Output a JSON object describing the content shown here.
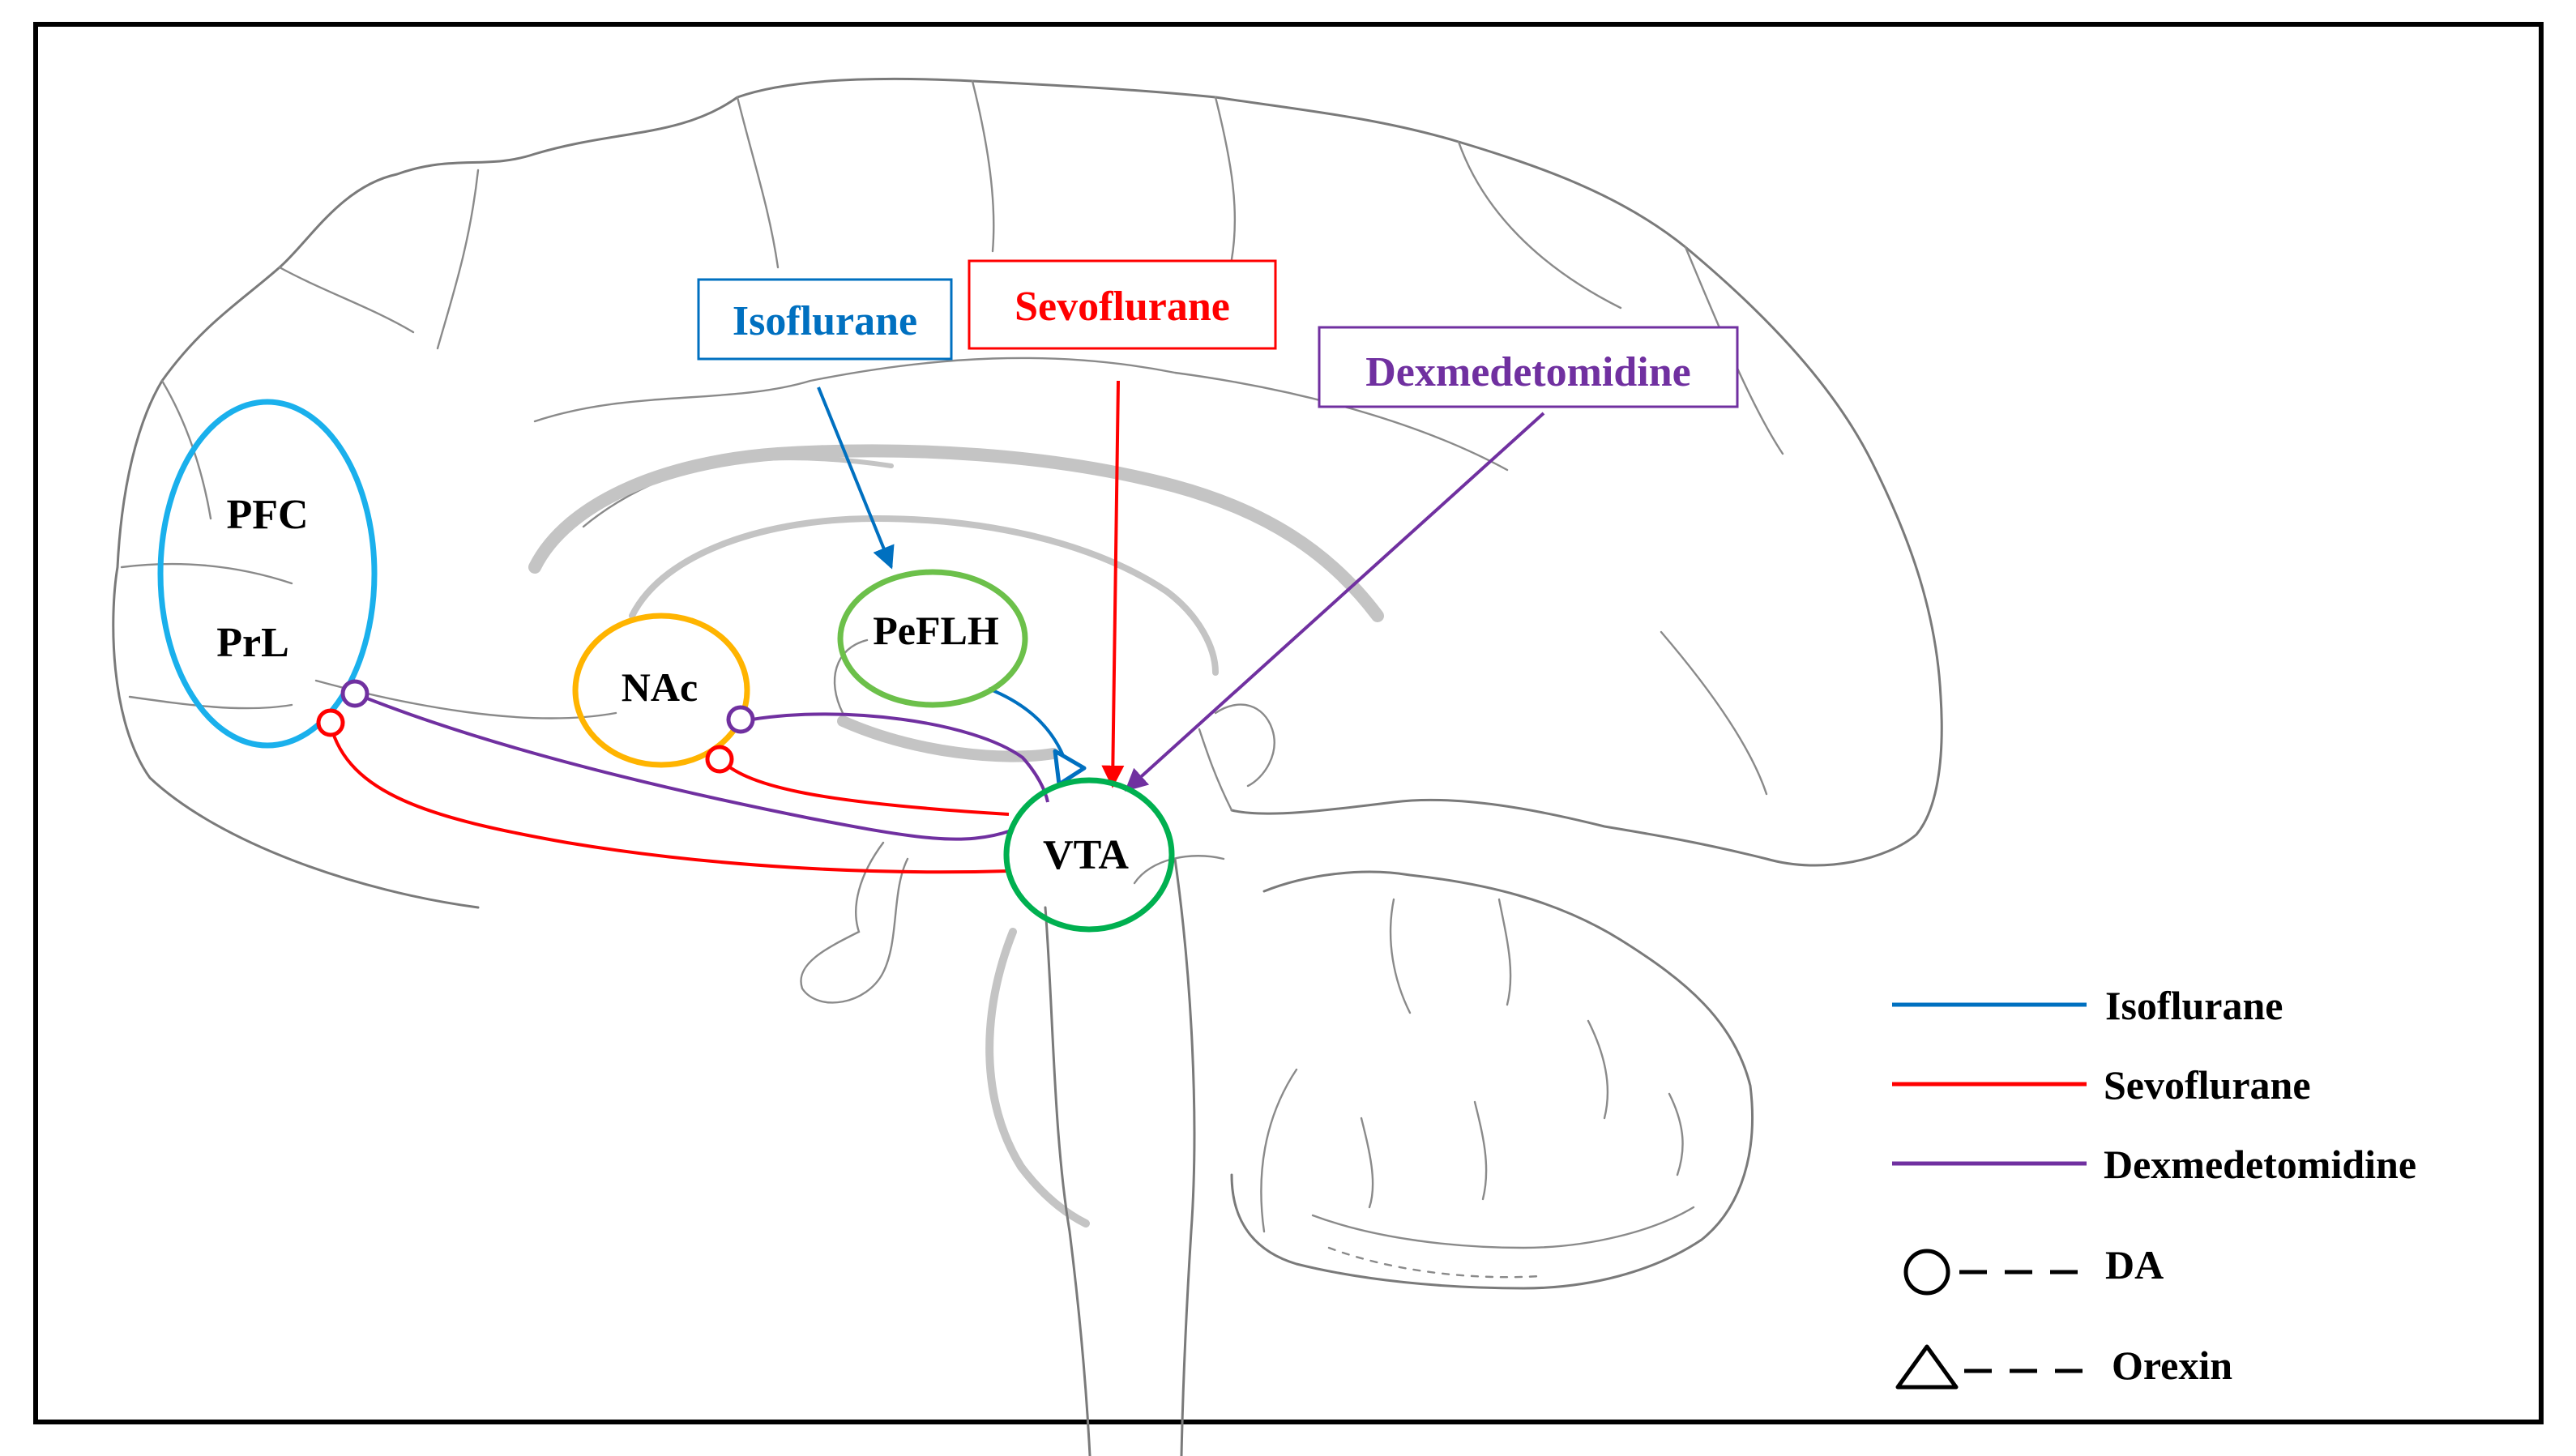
{
  "regions": {
    "pfc": "PFC",
    "prl": "PrL",
    "nac": "NAc",
    "peflh": "PeFLH",
    "vta": "VTA"
  },
  "drugs": {
    "isoflurane": "Isoflurane",
    "sevoflurane": "Sevoflurane",
    "dexmedetomidine": "Dexmedetomidine"
  },
  "legend": {
    "isoflurane": "Isoflurane",
    "sevoflurane": "Sevoflurane",
    "dexmedetomidine": "Dexmedetomidine",
    "da": "DA",
    "orexin": "Orexin"
  },
  "colors": {
    "isoflurane": "#0070c0",
    "sevoflurane": "#ff0000",
    "dexmedetomidine": "#7030a0",
    "pfc_ring": "#1ab0ec",
    "nac_ring": "#ffb400",
    "peflh_ring": "#6cc04a",
    "vta_ring": "#00b050"
  }
}
